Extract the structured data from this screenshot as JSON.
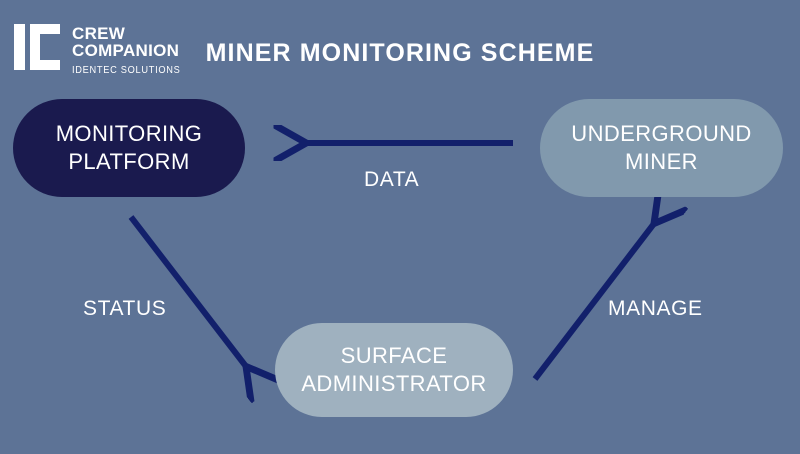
{
  "brand": {
    "logo_icon": "crew-companion-bracket-logo",
    "line1": "CREW",
    "line2": "COMPANION",
    "tagline": "IDENTEC SOLUTIONS"
  },
  "header": {
    "title": "MINER MONITORING SCHEME"
  },
  "colors": {
    "background": "#5d7396",
    "platform_fill": "#1a1a4e",
    "miner_fill": "#8199ad",
    "admin_fill": "#9fb1bf",
    "arrow": "#12206b",
    "text": "#ffffff"
  },
  "diagram": {
    "type": "flow-diagram",
    "nodes": [
      {
        "id": "platform",
        "line1": "MONITORING",
        "line2": "PLATFORM"
      },
      {
        "id": "miner",
        "line1": "UNDERGROUND",
        "line2": "MINER"
      },
      {
        "id": "admin",
        "line1": "SURFACE",
        "line2": "ADMINISTRATOR"
      }
    ],
    "edges": [
      {
        "id": "data",
        "label": "DATA",
        "from": "miner",
        "to": "platform",
        "direction": "left"
      },
      {
        "id": "status",
        "label": "STATUS",
        "from": "platform",
        "to": "admin",
        "direction": "down-right"
      },
      {
        "id": "manage",
        "label": "MANAGE",
        "from": "admin",
        "to": "miner",
        "direction": "up-right"
      }
    ]
  }
}
